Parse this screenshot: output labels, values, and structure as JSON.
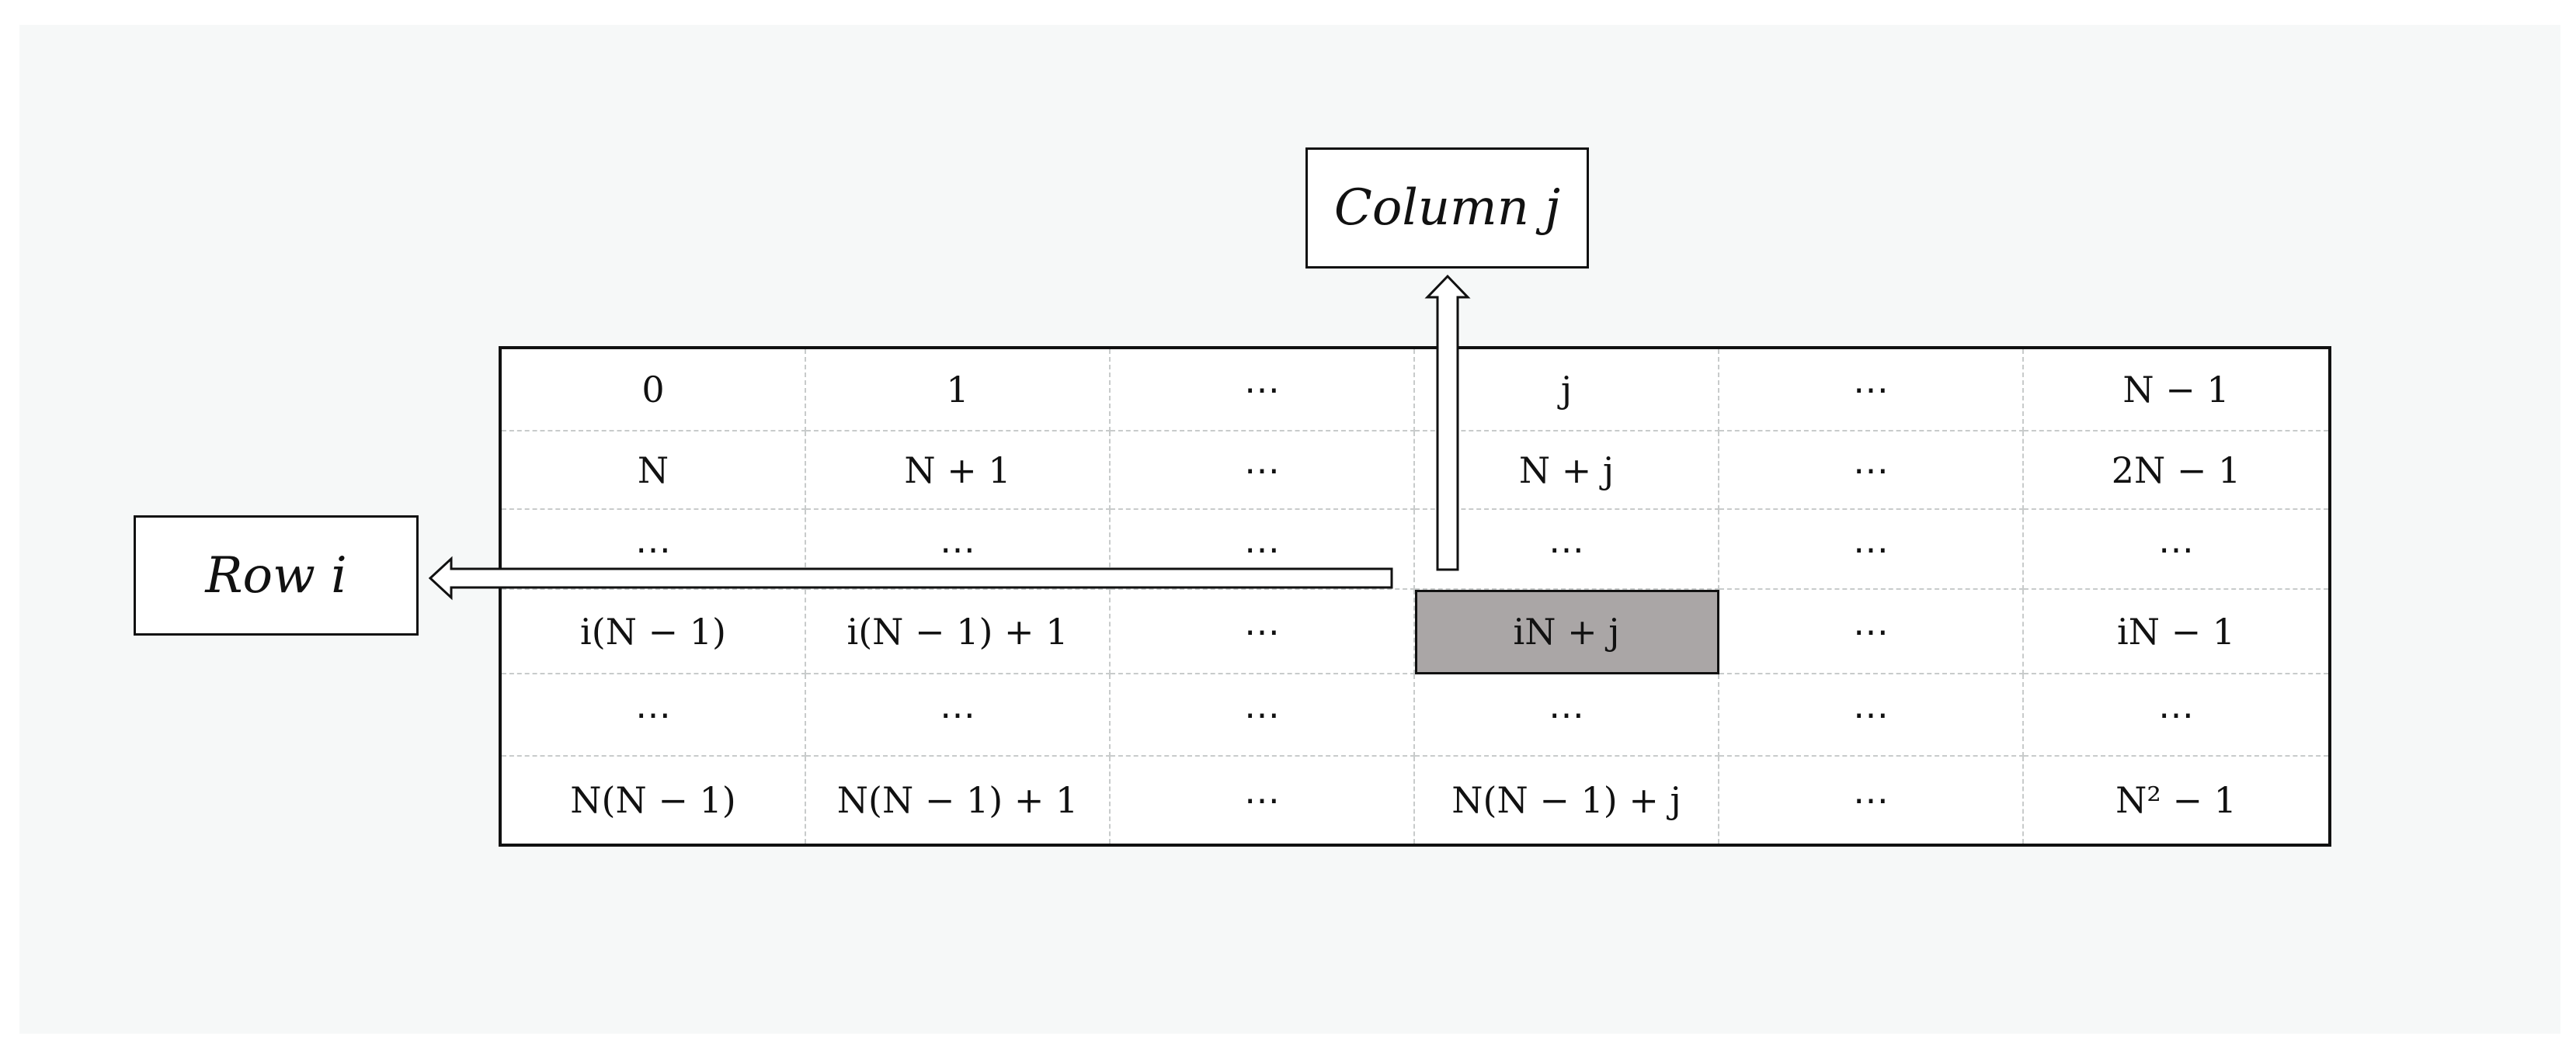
{
  "labels": {
    "column": "Column j",
    "row": "Row i"
  },
  "grid": {
    "rows": [
      [
        "0",
        "1",
        "⋯",
        "j",
        "⋯",
        "N − 1"
      ],
      [
        "N",
        "N + 1",
        "⋯",
        "N + j",
        "⋯",
        "2N − 1"
      ],
      [
        "⋯",
        "⋯",
        "⋯",
        "⋯",
        "⋯",
        "⋯"
      ],
      [
        "i(N − 1)",
        "i(N − 1) + 1",
        "⋯",
        "iN + j",
        "⋯",
        "iN − 1"
      ],
      [
        "⋯",
        "⋯",
        "⋯",
        "⋯",
        "⋯",
        "⋯"
      ],
      [
        "N(N − 1)",
        "N(N − 1) + 1",
        "⋯",
        "N(N − 1) + j",
        "⋯",
        "N² − 1"
      ]
    ],
    "highlighted_cell": {
      "row": 3,
      "col": 3
    }
  },
  "colors": {
    "canvas": "#f6f8f8",
    "highlight": "#aaa6a6",
    "stroke": "#111111",
    "grid_lines": "#c8cbcb"
  }
}
